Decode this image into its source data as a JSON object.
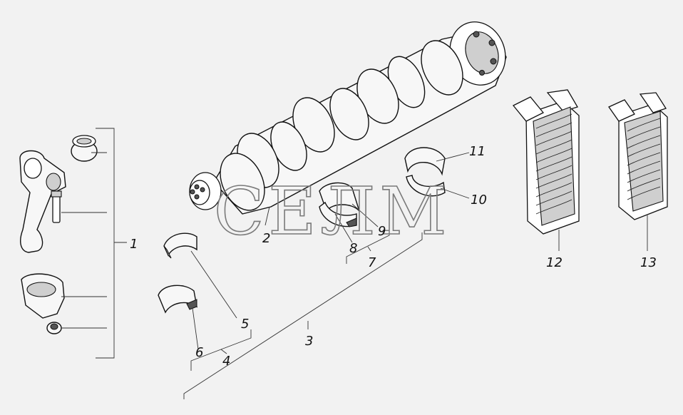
{
  "callouts": {
    "c1": "1",
    "c2": "2",
    "c3": "3",
    "c4": "4",
    "c5": "5",
    "c6": "6",
    "c7": "7",
    "c8": "8",
    "c9": "9",
    "c10": "10",
    "c11": "11",
    "c12": "12",
    "c13": "13"
  },
  "watermark": "СЕЛМ"
}
